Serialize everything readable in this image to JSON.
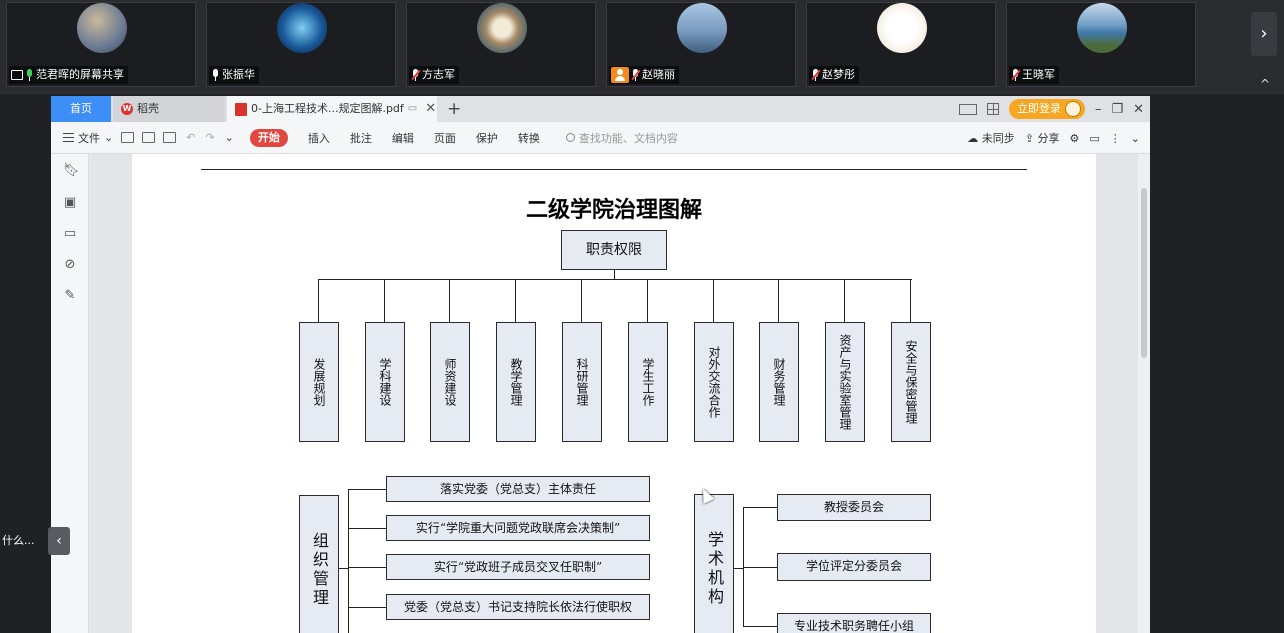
{
  "meeting": {
    "participants": [
      {
        "name": "范君晖的屏幕共享",
        "mic": "on",
        "badge": "screen-share",
        "avatar_color": "#6b7a94"
      },
      {
        "name": "张振华",
        "mic": "unmuted",
        "badge": "",
        "avatar_color": "#1a5a9a"
      },
      {
        "name": "方志军",
        "mic": "muted",
        "badge": "",
        "avatar_color": "#a58a68"
      },
      {
        "name": "赵晓丽",
        "mic": "muted",
        "badge": "person",
        "avatar_color": "#7a9cc0"
      },
      {
        "name": "赵梦彤",
        "mic": "muted",
        "badge": "",
        "avatar_color": "#f4efe4"
      },
      {
        "name": "王晓军",
        "mic": "muted",
        "badge": "",
        "avatar_color": "#3f78a8"
      }
    ],
    "next_arrow": "›",
    "collapse_arrow": "^"
  },
  "wps": {
    "tabs": {
      "home": "首页",
      "daoke": "稻壳",
      "pdf": "0-上海工程技术...规定图解.pdf"
    },
    "new_tab": "+",
    "login": "立即登录",
    "toolbar": {
      "file": "文件",
      "start": "开始",
      "insert": "插入",
      "annotate": "批注",
      "edit": "编辑",
      "page": "页面",
      "protect": "保护",
      "convert": "转换",
      "search_placeholder": "查找功能、文档内容",
      "sync": "未同步",
      "share": "分享"
    }
  },
  "document": {
    "title": "二级学院治理图解",
    "root": "职责权限",
    "duties": [
      "发展规划",
      "学科建设",
      "师资建设",
      "教学管理",
      "科研管理",
      "学生工作",
      "对外交流合作",
      "财务管理",
      "资产与实验室管理",
      "安全与保密管理"
    ],
    "org_mgmt": {
      "label": "组织管理",
      "items": [
        "落实党委（党总支）主体责任",
        "实行“学院重大问题党政联席会决策制”",
        "实行“党政班子成员交叉任职制”",
        "党委（党总支）书记支持院长依法行使职权"
      ]
    },
    "academic": {
      "label": "学术机构",
      "items": [
        "教授委员会",
        "学位评定分委员会",
        "专业技术职务聘任小组"
      ]
    }
  },
  "left_float": {
    "text": "什么...",
    "toggle": "‹"
  }
}
